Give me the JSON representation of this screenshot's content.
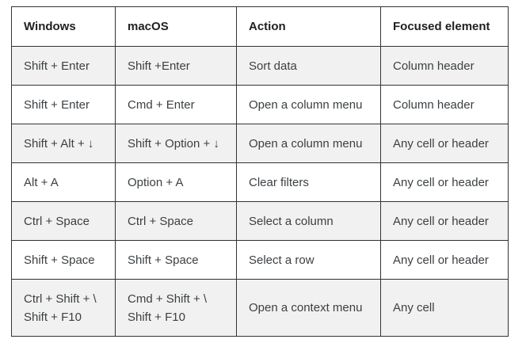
{
  "colors": {
    "stripe": "#f1f1f1",
    "border": "#333333",
    "header_text": "#202124",
    "cell_text": "#3c4043",
    "page_bg": "#ffffff"
  },
  "table": {
    "headers": [
      "Windows",
      "macOS",
      "Action",
      "Focused element"
    ],
    "rows": [
      [
        "Shift + Enter",
        "Shift +Enter",
        "Sort data",
        "Column header"
      ],
      [
        "Shift + Enter",
        "Cmd + Enter",
        "Open a column menu",
        "Column header"
      ],
      [
        "Shift + Alt + ↓",
        "Shift + Option + ↓",
        "Open a column menu",
        "Any cell or header"
      ],
      [
        "Alt + A",
        "Option + A",
        "Clear filters",
        "Any cell or header"
      ],
      [
        "Ctrl + Space",
        "Ctrl + Space",
        "Select a column",
        "Any cell or header"
      ],
      [
        "Shift + Space",
        "Shift + Space",
        "Select a row",
        "Any cell or header"
      ],
      [
        "Ctrl + Shift + \\\nShift + F10",
        "Cmd + Shift + \\\nShift + F10",
        "Open a context menu",
        "Any cell"
      ]
    ]
  }
}
